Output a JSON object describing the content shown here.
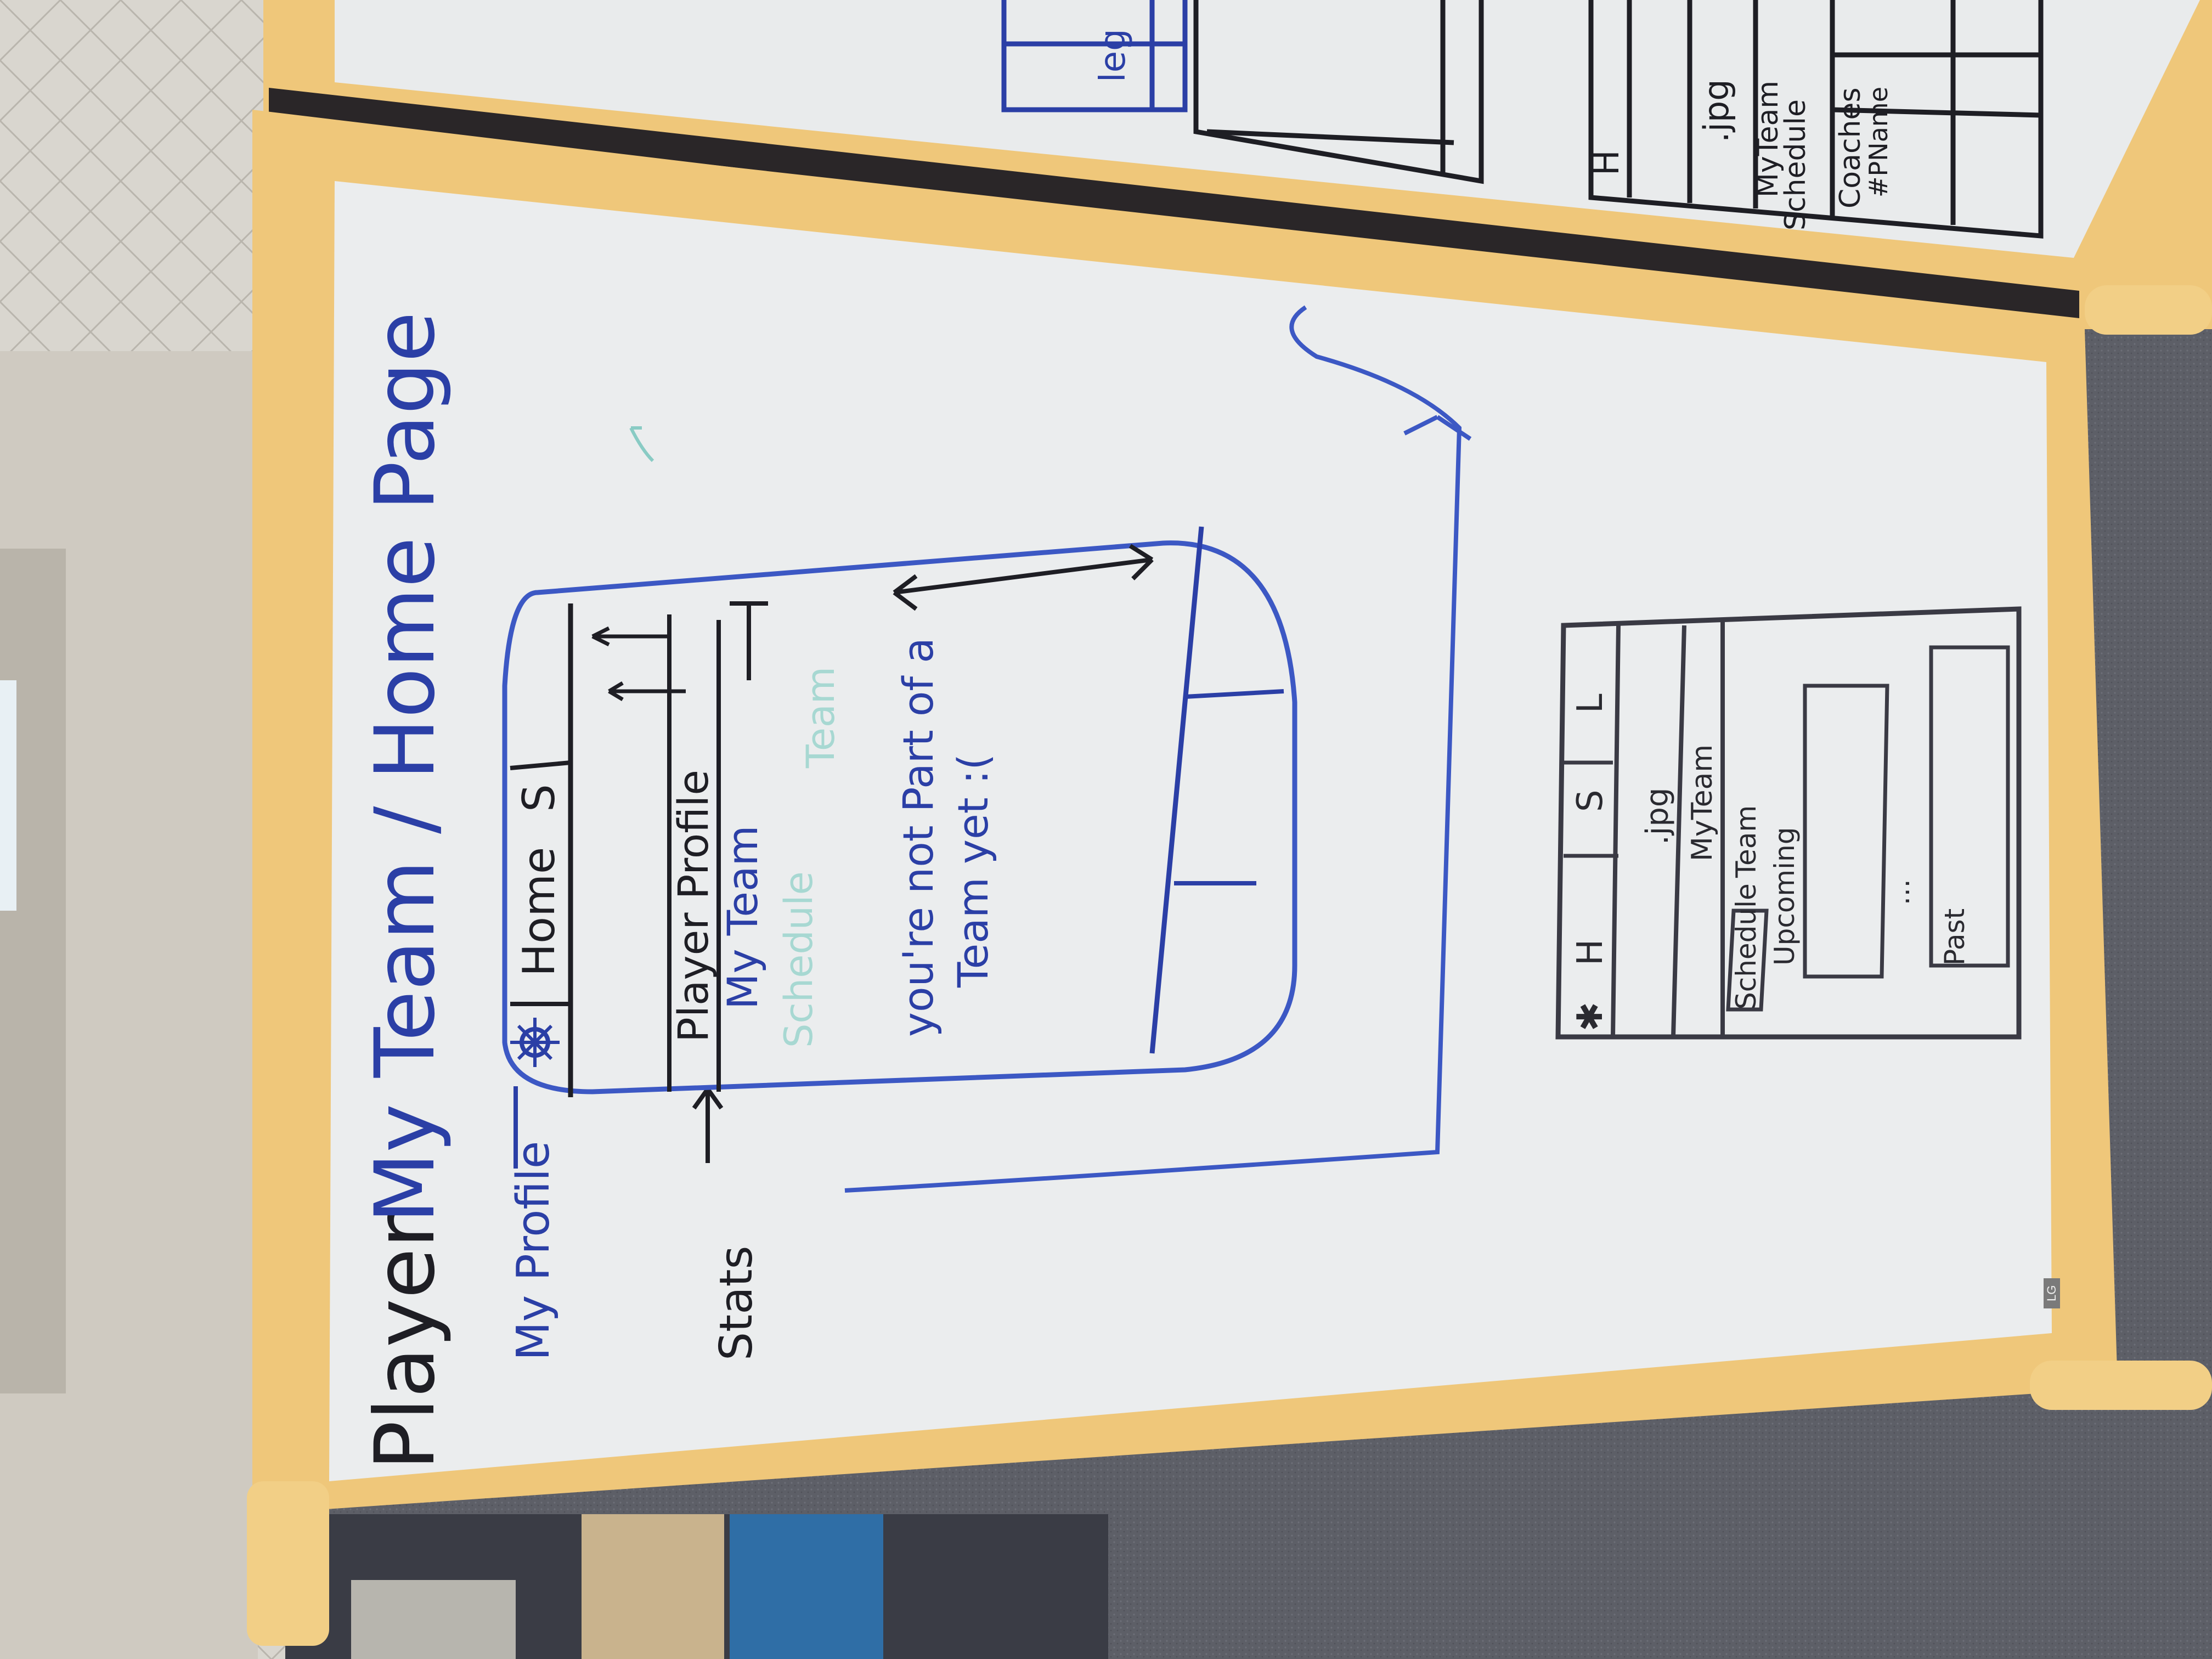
{
  "main_board": {
    "title_line1": "Player",
    "title_line2": "My Team / Home Page",
    "annotation_my_profile": "My Profile",
    "annotation_stats": "Stats",
    "nav_tab_home": "Home",
    "nav_tab_s": "S",
    "menu_player_profile": "Player Profile",
    "menu_my_team": "My Team",
    "menu_schedule": "Schedule",
    "menu_team": "Team",
    "message_line1": "you're not Part of a",
    "message_line2": "Team yet :(",
    "wireframe2_tab_h": "H",
    "wireframe2_tab_s": "S",
    "wireframe2_tab_l": "L",
    "wireframe2_jpg": ".jpg",
    "wireframe2_my_team": "MyTeam",
    "wireframe2_schedule": "Schedule",
    "wireframe2_team": "Team",
    "wireframe2_upcoming": "Upcoming",
    "wireframe2_past": "Past",
    "wireframe2_ellipsis": "..."
  },
  "back_board": {
    "tab_h": "H",
    "jpg": ".jpg",
    "my_team": "MyTeam",
    "schedule": "Schedule",
    "coaches": "Coaches",
    "pname": "#PName",
    "fragment": "leg"
  },
  "brand_tag": "LG",
  "colors": {
    "frame": "#efc77a",
    "board": "#eaeced",
    "blue_marker": "#2b3fa6",
    "black_marker": "#1e1e24",
    "teal_marker": "#48b4a8",
    "carpet": "#5f6068",
    "wall": "#d8d4cc"
  }
}
